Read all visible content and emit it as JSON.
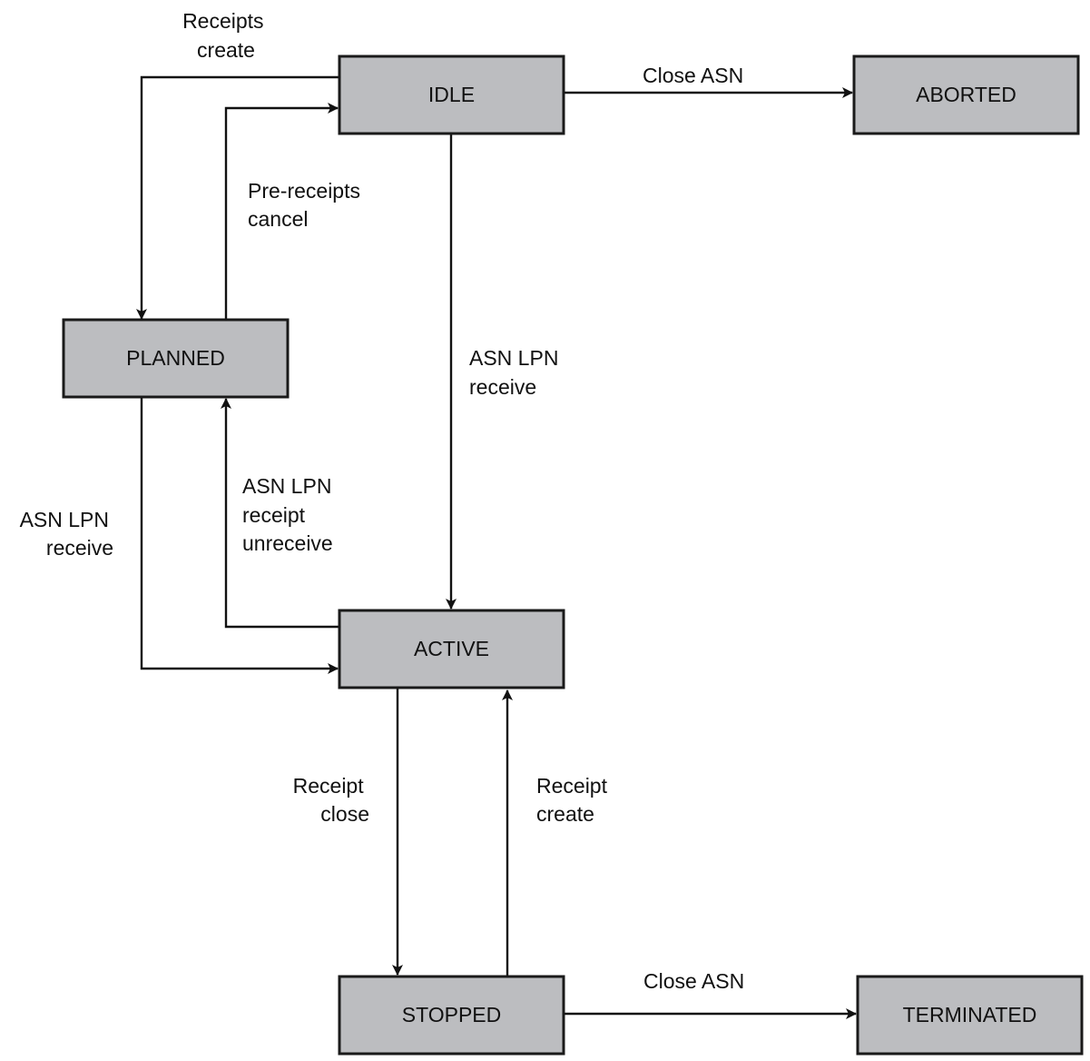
{
  "states": {
    "idle": "IDLE",
    "aborted": "ABORTED",
    "planned": "PLANNED",
    "active": "ACTIVE",
    "stopped": "STOPPED",
    "terminated": "TERMINATED"
  },
  "transitions": {
    "receipts_create": [
      "Receipts",
      "create"
    ],
    "pre_receipts_cancel": [
      "Pre-receipts",
      "cancel"
    ],
    "idle_close_asn": [
      "Close ASN"
    ],
    "idle_asn_lpn_receive": [
      "ASN LPN",
      "receive"
    ],
    "planned_asn_lpn_receive": [
      "ASN LPN",
      "receive"
    ],
    "asn_lpn_receipt_unreceive": [
      "ASN LPN",
      "receipt",
      "unreceive"
    ],
    "receipt_close": [
      "Receipt",
      "close"
    ],
    "receipt_create": [
      "Receipt",
      "create"
    ],
    "stopped_close_asn": [
      "Close ASN"
    ]
  },
  "colors": {
    "state_fill": "#bcbdc0",
    "state_stroke": "#1a1a1a",
    "edge": "#111111"
  }
}
